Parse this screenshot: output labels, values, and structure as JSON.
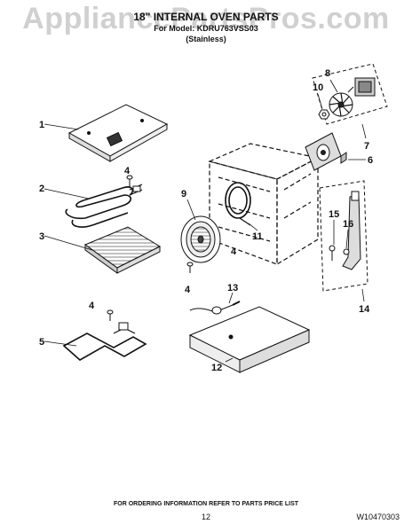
{
  "header": {
    "watermark": "AppliancePartsPros.com",
    "title": "18\" INTERNAL OVEN PARTS",
    "model_line": "For Model: KDRU763VSS03",
    "finish": "(Stainless)"
  },
  "callouts": {
    "c1": "1",
    "c2": "2",
    "c3": "3",
    "c4a": "4",
    "c4b": "4",
    "c4c": "4",
    "c4d": "4",
    "c5": "5",
    "c6": "6",
    "c7": "7",
    "c8": "8",
    "c9": "9",
    "c10": "10",
    "c11": "11",
    "c12": "12",
    "c13": "13",
    "c14": "14",
    "c15": "15",
    "c16": "16"
  },
  "footer": {
    "ordering_note": "FOR ORDERING INFORMATION REFER TO PARTS PRICE LIST",
    "page_number": "12",
    "doc_code": "W10470303"
  }
}
